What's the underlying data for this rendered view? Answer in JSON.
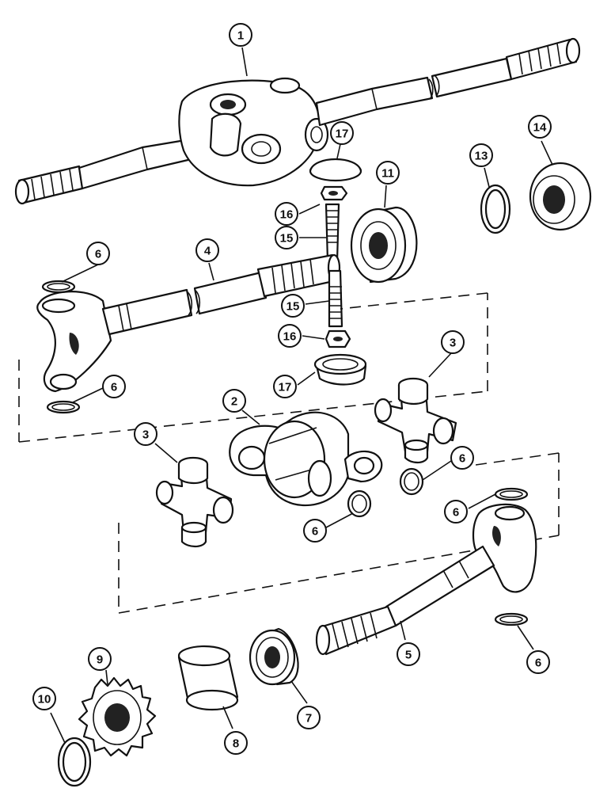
{
  "callouts": [
    {
      "id": "callout-1",
      "label": "1"
    },
    {
      "id": "callout-17-top",
      "label": "17"
    },
    {
      "id": "callout-11",
      "label": "11"
    },
    {
      "id": "callout-13",
      "label": "13"
    },
    {
      "id": "callout-14",
      "label": "14"
    },
    {
      "id": "callout-16-top",
      "label": "16"
    },
    {
      "id": "callout-15-top",
      "label": "15"
    },
    {
      "id": "callout-6-a",
      "label": "6"
    },
    {
      "id": "callout-4",
      "label": "4"
    },
    {
      "id": "callout-15-bottom",
      "label": "15"
    },
    {
      "id": "callout-16-bottom",
      "label": "16"
    },
    {
      "id": "callout-3-right",
      "label": "3"
    },
    {
      "id": "callout-6-b",
      "label": "6"
    },
    {
      "id": "callout-17-bottom",
      "label": "17"
    },
    {
      "id": "callout-2",
      "label": "2"
    },
    {
      "id": "callout-3-left",
      "label": "3"
    },
    {
      "id": "callout-6-c",
      "label": "6"
    },
    {
      "id": "callout-6-d",
      "label": "6"
    },
    {
      "id": "callout-6-e",
      "label": "6"
    },
    {
      "id": "callout-9",
      "label": "9"
    },
    {
      "id": "callout-10",
      "label": "10"
    },
    {
      "id": "callout-8",
      "label": "8"
    },
    {
      "id": "callout-7",
      "label": "7"
    },
    {
      "id": "callout-5",
      "label": "5"
    },
    {
      "id": "callout-6-f",
      "label": "6"
    }
  ]
}
